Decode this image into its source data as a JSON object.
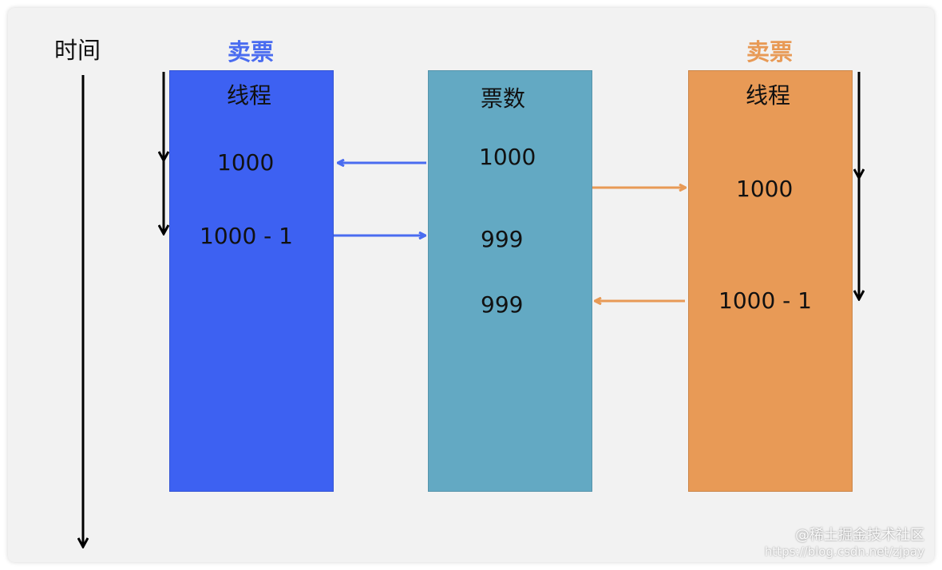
{
  "time_label": "时间",
  "left": {
    "title": "卖票",
    "header": "线程",
    "values": [
      "1000",
      "1000 - 1"
    ],
    "color": "#3d61f2"
  },
  "middle": {
    "header": "票数",
    "values": [
      "1000",
      "999",
      "999"
    ],
    "color": "#63a9c3"
  },
  "right": {
    "title": "卖票",
    "header": "线程",
    "values": [
      "1000",
      "1000 - 1"
    ],
    "color": "#e89a56"
  },
  "colors": {
    "blue_arrow": "#4a6cf0",
    "orange_arrow": "#e89a56",
    "time_arrow": "#000000"
  },
  "watermark": {
    "line1": "@稀土掘金技术社区",
    "line2": "https://blog.csdn.net/zjpay"
  }
}
